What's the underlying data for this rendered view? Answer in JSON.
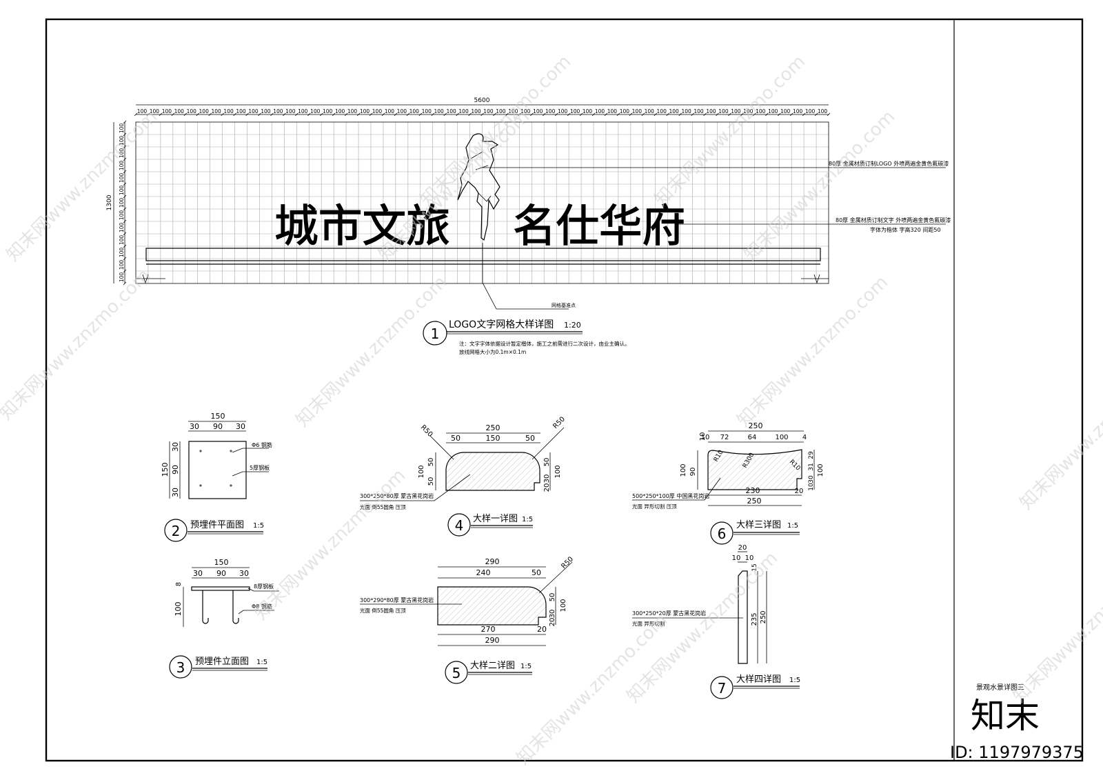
{
  "logo_grid": {
    "overall_width": "5600",
    "overall_height": "1300",
    "module": "100",
    "columns": 56,
    "rows": 13,
    "title_text": "城市文旅",
    "brand_text": "名仕华府",
    "callout_logo": "80厚 金属材质订制LOGO 外喷两遍金黄色氟碳漆",
    "callout_text": "80厚 金属材质订制文字 外喷两遍金黄色氟碳漆",
    "callout_text_note": "字体为楷体 字高320 间距50",
    "callout_origin": "网格基准点",
    "detail_no": "1",
    "detail_title": "LOGO文字网格大样详图",
    "detail_scale": "1:20",
    "note_line1": "注：文字字体依据设计暂定楷体，施工之前需进行二次设计，由业主确认。",
    "note_line2": "放线网格大小为0.1m×0.1m"
  },
  "detail2": {
    "no": "2",
    "title": "预埋件平面图",
    "scale": "1:5",
    "dim_total": "150",
    "dim_a": "30",
    "dim_b": "90",
    "dim_c": "30",
    "vdim_total": "150",
    "vdim_a": "30",
    "vdim_b": "90",
    "vdim_c": "30",
    "label_rebar": "Φ6 钢筋",
    "label_plate": "5厚钢板"
  },
  "detail3": {
    "no": "3",
    "title": "预埋件立面图",
    "scale": "1:5",
    "dim_total": "150",
    "dim_a": "30",
    "dim_b": "90",
    "dim_c": "30",
    "vdim_top": "8",
    "vdim_main": "100",
    "label_plate": "8厚钢板",
    "label_rebar": "Φ8 钢筋"
  },
  "detail4": {
    "no": "4",
    "title": "大样一详图",
    "scale": "1:5",
    "dim_total": "250",
    "dim_a": "50",
    "dim_b": "150",
    "dim_c": "50",
    "radius_l": "R50",
    "radius_r": "R50",
    "vdim_l_total": "100",
    "vdim_l_a": "50",
    "vdim_l_b": "50",
    "vdim_r_total": "100",
    "vdim_r_a": "50",
    "vdim_r_b": "30",
    "vdim_r_c": "20",
    "material": "300*250*80厚 蒙古黑花岗岩",
    "finish": "光面 倒55圆角 压顶"
  },
  "detail5": {
    "no": "5",
    "title": "大样二详图",
    "scale": "1:5",
    "dim_top_total": "290",
    "dim_top_a": "240",
    "dim_top_b": "50",
    "dim_bot_a": "270",
    "dim_bot_b": "20",
    "dim_bot_total": "290",
    "radius": "R50",
    "vdim_total": "100",
    "vdim_a": "50",
    "vdim_b": "30",
    "vdim_c": "20",
    "material": "300*290*80厚 蒙古黑花岗岩",
    "finish": "光面 倒55圆角 压顶"
  },
  "detail6": {
    "no": "6",
    "title": "大样三详图",
    "scale": "1:5",
    "dim_top_total": "250",
    "dim_a": "10",
    "dim_b": "72",
    "dim_c": "64",
    "dim_d": "100",
    "dim_e": "4",
    "dim_bot_a": "230",
    "dim_bot_b": "20",
    "dim_bot_total": "250",
    "vdim_l_a": "10",
    "vdim_l_total": "100",
    "vdim_l_b": "90",
    "vdim_r_a": "29",
    "vdim_r_b": "31",
    "vdim_r_c": "30",
    "vdim_r_d": "10",
    "vdim_r_total": "100",
    "radius_a": "R10",
    "radius_b": "R300",
    "radius_c": "R10",
    "material": "500*250*100厚 中国黑花岗岩",
    "finish": "光面 异形切割 压顶"
  },
  "detail7": {
    "no": "7",
    "title": "大样四详图",
    "scale": "1:5",
    "dim_top": "20",
    "dim_a": "10",
    "dim_b": "10",
    "vdim_a": "15",
    "vdim_b": "235",
    "vdim_total": "250",
    "material": "300*250*20厚 蒙古黑花岗岩",
    "finish": "光面 异形切割"
  },
  "title_block": {
    "drawing_name": "景观水景详图三",
    "brand_mark": "知末",
    "id_label": "ID: 1197979375"
  },
  "watermark": {
    "text": "知末网www.znzmo.com"
  }
}
